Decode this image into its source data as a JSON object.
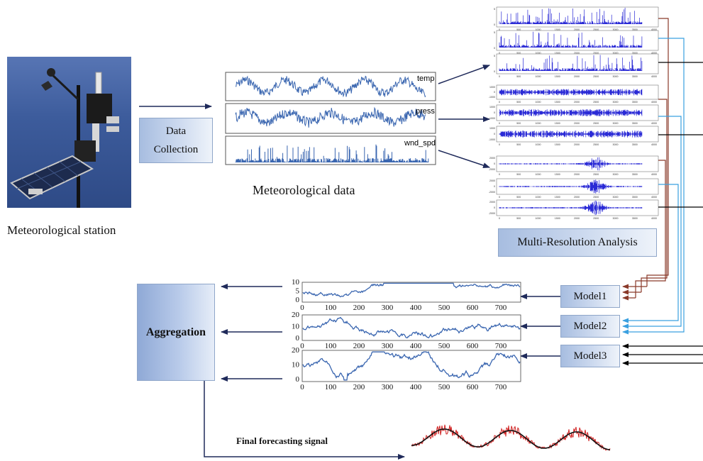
{
  "labels": {
    "station": "Meteorological station",
    "data_collection": "Data Collection",
    "meteo_data": "Meteorological data",
    "mra": "Multi-Resolution Analysis",
    "aggregation": "Aggregation",
    "final": "Final forecasting signal"
  },
  "series_labels": {
    "temp": "temp",
    "press": "press",
    "wnd": "wnd_spd"
  },
  "models": [
    "Model1",
    "Model2",
    "Model3"
  ],
  "forecast_plots": [
    {
      "yticks": [
        "10",
        "5",
        "0"
      ],
      "xticks": [
        "0",
        "100",
        "200",
        "300",
        "400",
        "500",
        "600",
        "700"
      ]
    },
    {
      "yticks": [
        "20",
        "10",
        "0"
      ],
      "xticks": [
        "0",
        "100",
        "200",
        "300",
        "400",
        "500",
        "600",
        "700"
      ]
    },
    {
      "yticks": [
        "20",
        "10",
        "0"
      ],
      "xticks": [
        "0",
        "100",
        "200",
        "300",
        "400",
        "500",
        "600",
        "700"
      ]
    }
  ],
  "mra_ticks": {
    "x": [
      "0",
      "500",
      "1000",
      "1500",
      "2000",
      "2500",
      "3000",
      "3500",
      "4000"
    ],
    "groups": [
      {
        "y": [
          "5",
          "0"
        ]
      },
      {
        "y": [
          "1000",
          "0",
          "-1000"
        ]
      },
      {
        "y": [
          "2000",
          "0",
          "-2000"
        ]
      }
    ]
  },
  "colors": {
    "signal_blue": "#3a66b0",
    "mra_blue": "#2a2ad6",
    "brown": "#8a3a2a",
    "light_blue": "#3aa0e0",
    "arrow_navy": "#1f2a5a",
    "final_red": "#d02020",
    "final_black": "#111111"
  }
}
